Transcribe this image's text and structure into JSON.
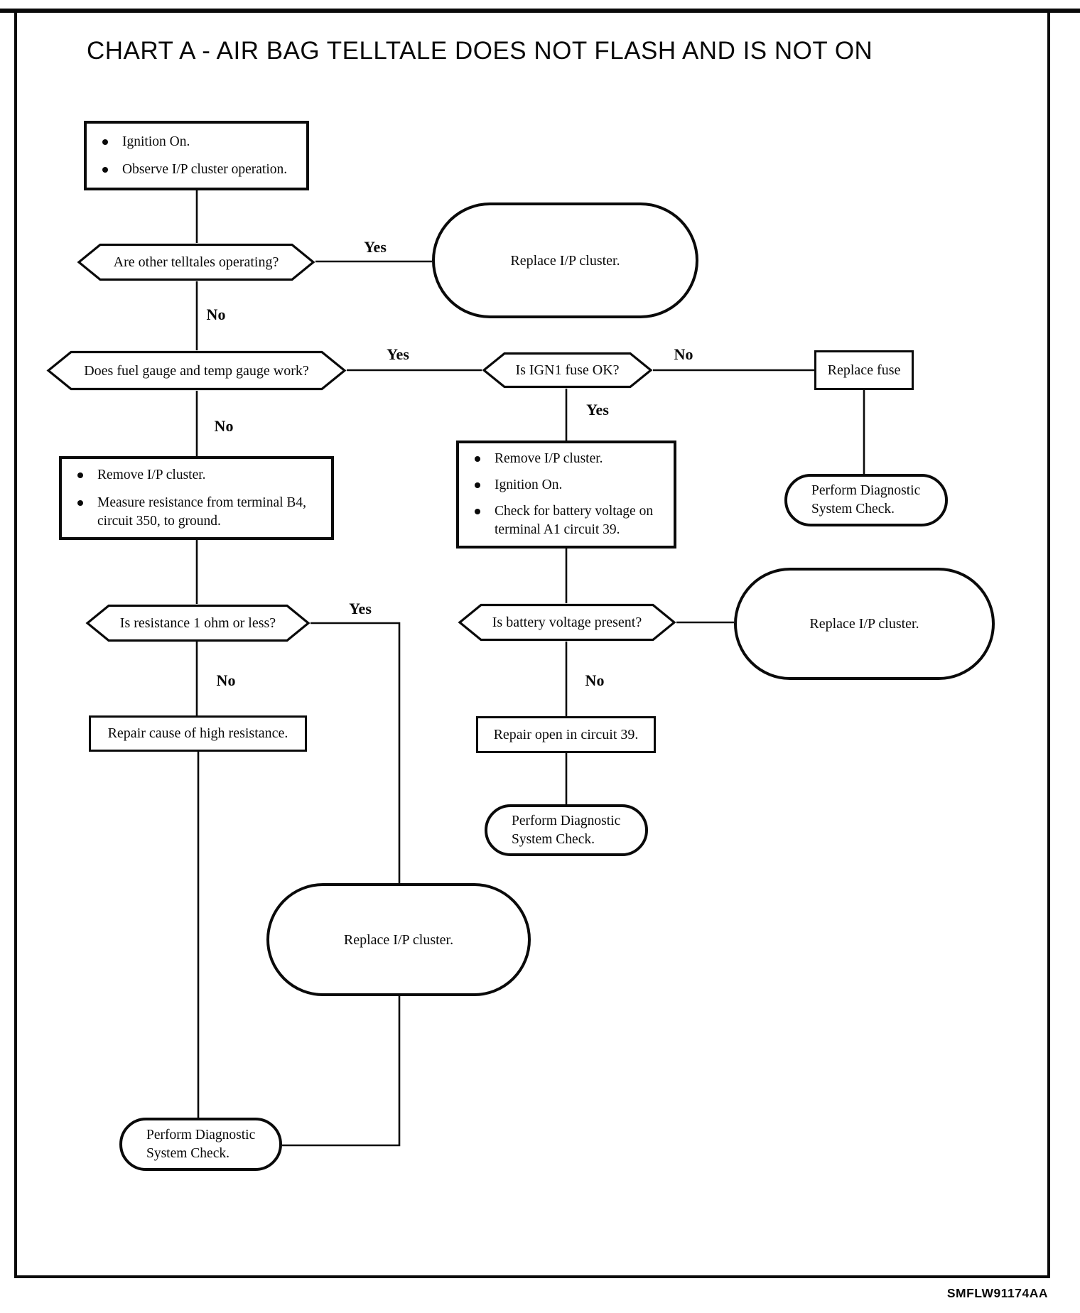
{
  "title": "CHART A - AIR BAG TELLTALE DOES NOT FLASH AND IS NOT ON",
  "footer_code": "SMFLW91174AA",
  "colors": {
    "ink": "#0a0a0a",
    "paper": "#ffffff"
  },
  "nodes": {
    "start": {
      "type": "process",
      "items": [
        "Ignition On.",
        "Observe I/P cluster operation."
      ]
    },
    "q_telltales": {
      "type": "decision",
      "text": "Are other telltales operating?"
    },
    "replace_cluster_top": {
      "type": "terminal",
      "text": "Replace I/P cluster."
    },
    "q_gauges": {
      "type": "decision",
      "text": "Does fuel gauge and temp gauge work?"
    },
    "q_fuse": {
      "type": "decision",
      "text": "Is IGN1 fuse OK?"
    },
    "replace_fuse": {
      "type": "process",
      "text": "Replace fuse"
    },
    "diag_check_right": {
      "type": "terminal",
      "text": "Perform Diagnostic System Check."
    },
    "check_voltage": {
      "type": "process",
      "items": [
        "Remove I/P cluster.",
        "Ignition On.",
        "Check for battery voltage on terminal A1 circuit 39."
      ]
    },
    "measure_resistance": {
      "type": "process",
      "items": [
        "Remove I/P cluster.",
        "Measure resistance from terminal B4, circuit 350, to ground."
      ]
    },
    "q_resistance": {
      "type": "decision",
      "text": "Is resistance 1 ohm or less?"
    },
    "q_voltage": {
      "type": "decision",
      "text": "Is battery voltage present?"
    },
    "replace_cluster_right": {
      "type": "terminal",
      "text": "Replace I/P cluster."
    },
    "repair_resistance": {
      "type": "process",
      "text": "Repair cause of high resistance."
    },
    "repair_circuit39": {
      "type": "process",
      "text": "Repair open in circuit 39."
    },
    "diag_check_mid": {
      "type": "terminal",
      "text": "Perform Diagnostic System Check."
    },
    "replace_cluster_lower": {
      "type": "terminal",
      "text": "Replace I/P cluster."
    },
    "diag_check_bottom": {
      "type": "terminal",
      "text": "Perform Diagnostic System Check."
    }
  },
  "labels": [
    {
      "text": "Yes"
    },
    {
      "text": "No"
    },
    {
      "text": "Yes"
    },
    {
      "text": "No"
    },
    {
      "text": "Yes"
    },
    {
      "text": "No"
    },
    {
      "text": "Yes"
    },
    {
      "text": "No"
    },
    {
      "text": "No"
    }
  ]
}
